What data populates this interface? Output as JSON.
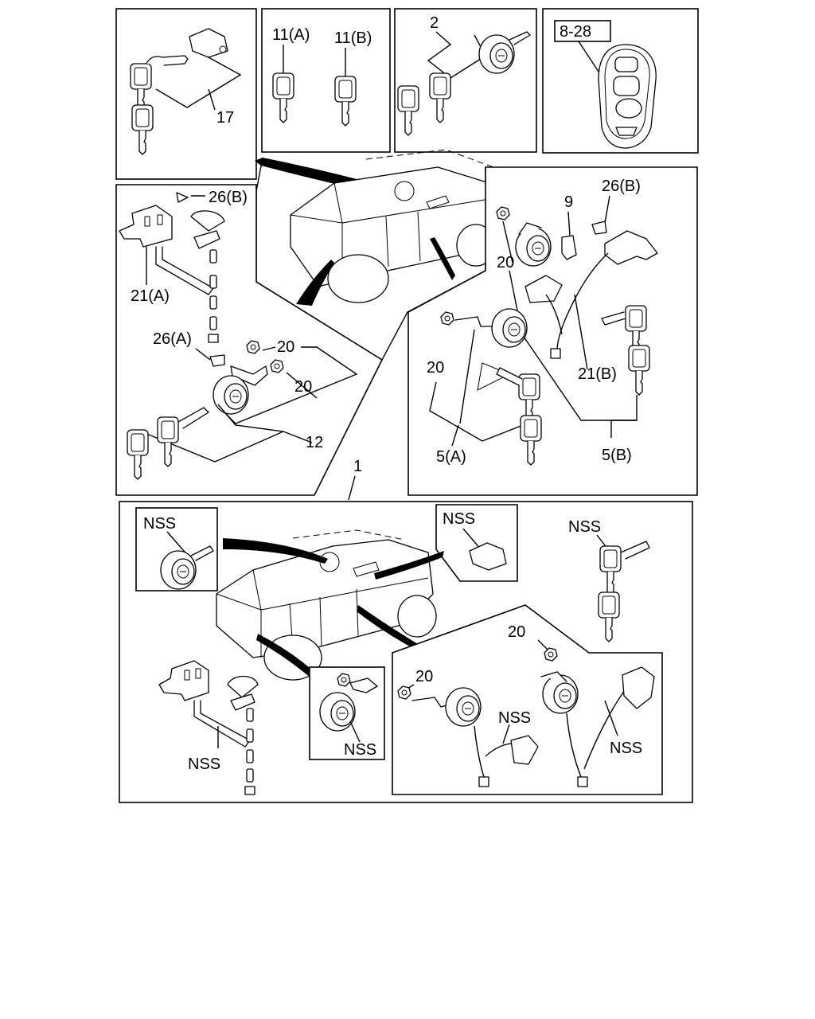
{
  "labels": {
    "keyset_17": "17",
    "key_11a": "11(A)",
    "key_11b": "11(B)",
    "ignition_2": "2",
    "remote_ref": "8-28",
    "bolt_26b_left": "26(B)",
    "rod_21a": "21(A)",
    "bolt_26a": "26(A)",
    "clip_20_upper": "20",
    "clip_20_lower": "20",
    "cyl_12": "12",
    "assembly_1": "1",
    "bolt_26b_right": "26(B)",
    "part_9": "9",
    "clip_20_right_a": "20",
    "clip_20_right_b": "20",
    "rod_21b": "21(B)",
    "set_5a": "5(A)",
    "set_5b": "5(B)",
    "nss_ignition": "NSS",
    "nss_latch": "NSS",
    "nss_keys": "NSS",
    "clip_20_bottom_a": "20",
    "clip_20_bottom_b": "20",
    "nss_rod": "NSS",
    "nss_cylinder": "NSS",
    "nss_wire_a": "NSS",
    "nss_wire_b": "NSS"
  },
  "colors": {
    "line": "#000000",
    "background": "#ffffff",
    "remote_shade": "#d8d8d8"
  }
}
